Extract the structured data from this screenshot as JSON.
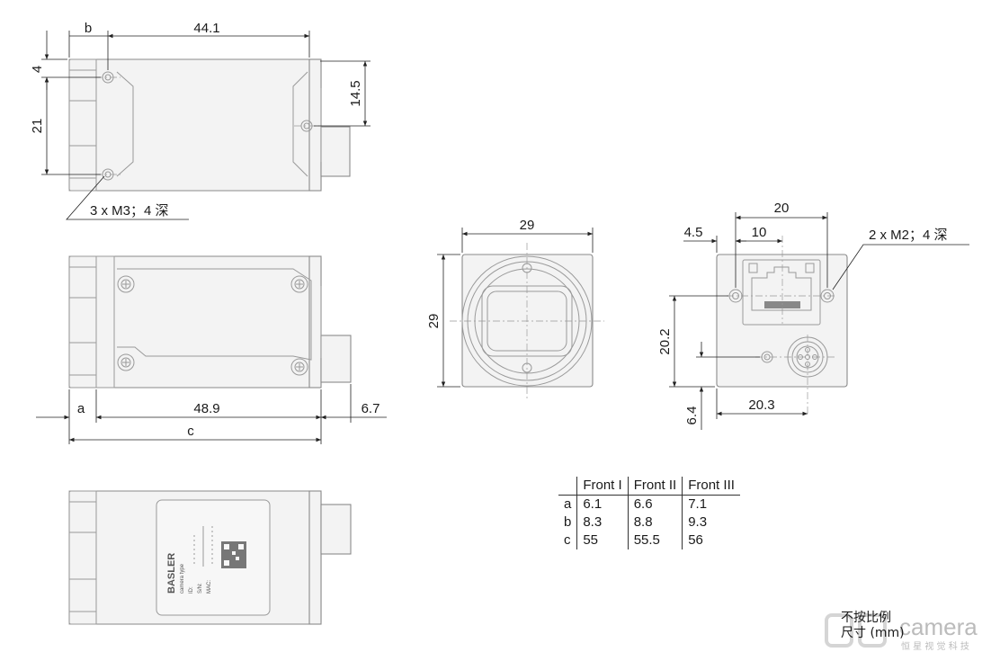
{
  "dimensions": {
    "top_b": "b",
    "top_width": "44.1",
    "top_4": "4",
    "top_21": "21",
    "top_14_5": "14.5",
    "top_holes": "3 x M3；4 深",
    "side_a": "a",
    "side_48_9": "48.9",
    "side_6_7": "6.7",
    "side_c": "c",
    "front_29_w": "29",
    "front_29_h": "29",
    "back_20": "20",
    "back_4_5": "4.5",
    "back_10": "10",
    "back_holes": "2 x M2；4 深",
    "back_20_2": "20.2",
    "back_6_4": "6.4",
    "back_20_3": "20.3"
  },
  "label_plate": {
    "brand": "BASLER",
    "type_label": "camera type",
    "id_label": "ID:",
    "sn_label": "S/N:",
    "mac_label": "MAC:"
  },
  "table": {
    "headers": [
      "",
      "Front I",
      "Front II",
      "Front III"
    ],
    "rows": [
      [
        "a",
        "6.1",
        "6.6",
        "7.1"
      ],
      [
        "b",
        "8.3",
        "8.8",
        "9.3"
      ],
      [
        "c",
        "55",
        "55.5",
        "56"
      ]
    ]
  },
  "note": {
    "line1": "不按比例",
    "line2": "尺寸 (mm)"
  },
  "watermark": {
    "brand": "camera",
    "sub": "恒 星 视 觉 科 技"
  }
}
